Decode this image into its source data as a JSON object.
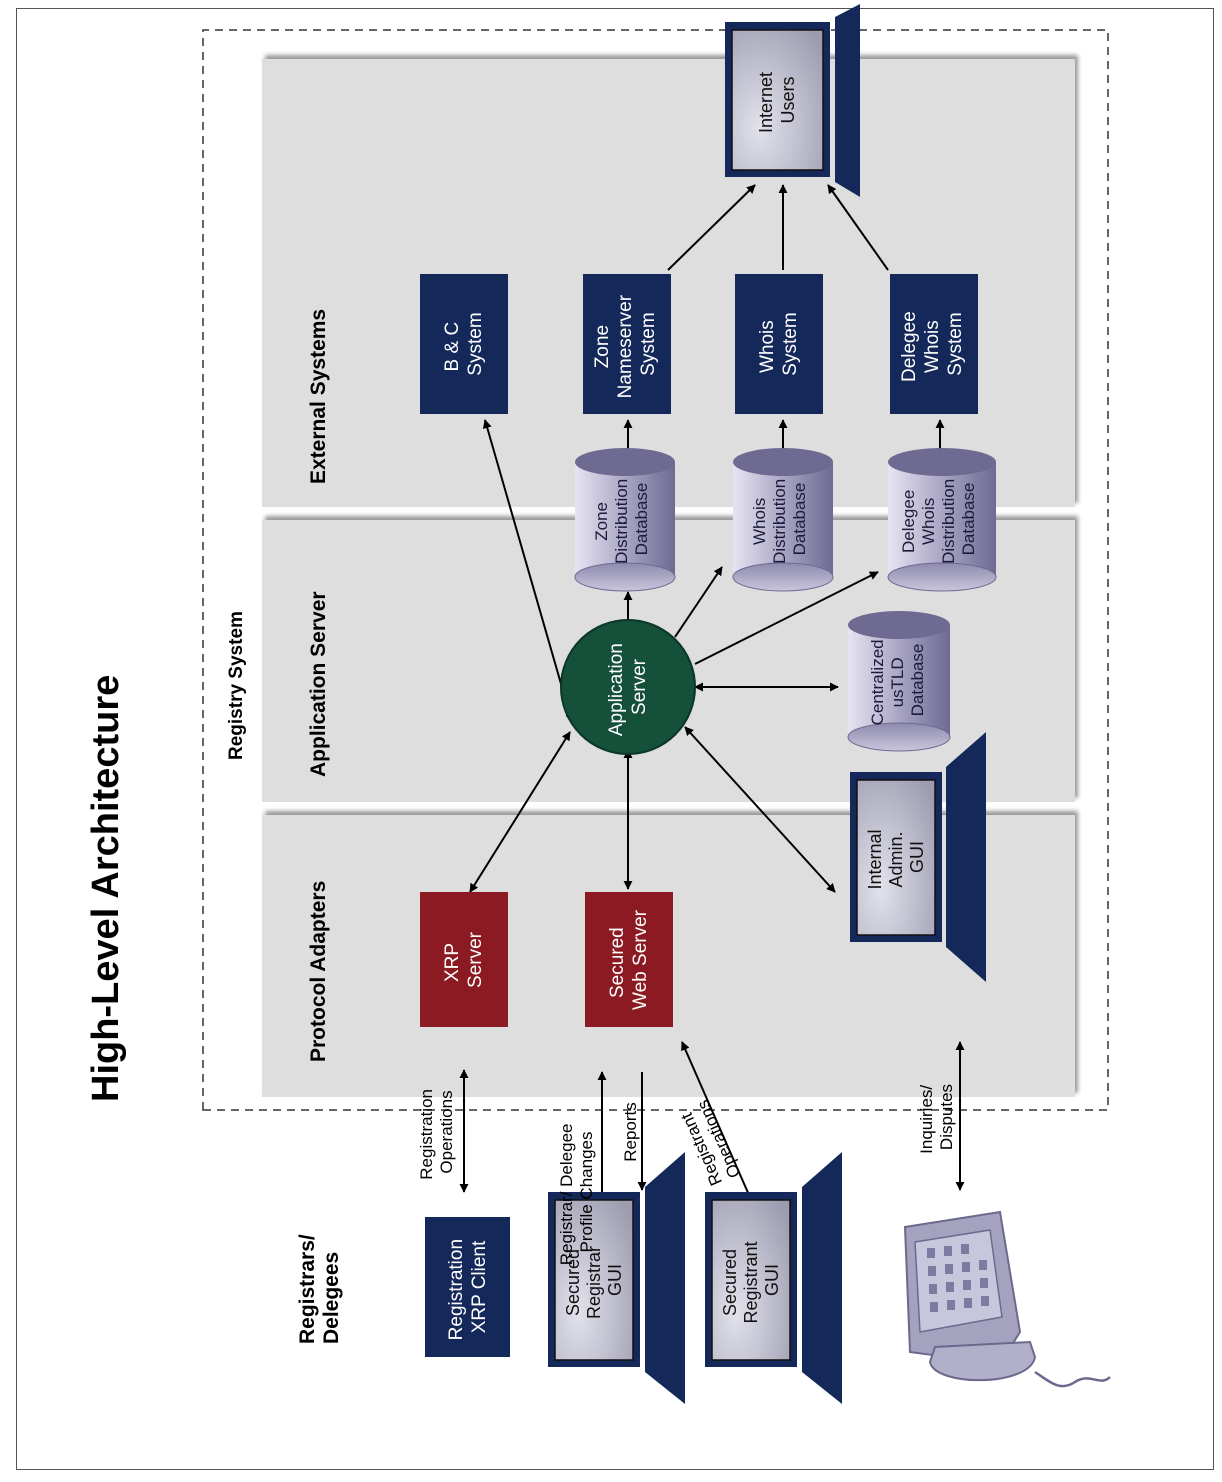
{
  "title": "High-Level Architecture",
  "boundary_label": "Registry System",
  "lanes": [
    {
      "key": "registrars",
      "label_lines": [
        "Registrars/",
        "Delegees"
      ]
    },
    {
      "key": "protocol",
      "label_lines": [
        "Protocol Adapters"
      ]
    },
    {
      "key": "appserver",
      "label_lines": [
        "Application Server"
      ]
    },
    {
      "key": "external",
      "label_lines": [
        "External Systems"
      ]
    }
  ],
  "nodes": {
    "registration_xrp_client": [
      "Registration",
      "XRP Client"
    ],
    "secured_registrar_gui": [
      "Secured",
      "Registrar",
      "GUI"
    ],
    "secured_registrant_gui": [
      "Secured",
      "Registrant",
      "GUI"
    ],
    "xrp_server": [
      "XRP",
      "Server"
    ],
    "secured_web_server": [
      "Secured",
      "Web Server"
    ],
    "internal_admin_gui": [
      "Internal",
      "Admin.",
      "GUI"
    ],
    "application_server": [
      "Application",
      "Server"
    ],
    "centralized_db": [
      "Centralized",
      "usTLD",
      "Database"
    ],
    "zone_distribution_db": [
      "Zone",
      "Distribution",
      "Database"
    ],
    "whois_distribution_db": [
      "Whois",
      "Distribution",
      "Database"
    ],
    "delegee_whois_distribution_db": [
      "Delegee",
      "Whois",
      "Distribution",
      "Database"
    ],
    "bc_system": [
      "B & C",
      "System"
    ],
    "zone_nameserver_system": [
      "Zone",
      "Nameserver",
      "System"
    ],
    "whois_system": [
      "Whois",
      "System"
    ],
    "delegee_whois_system": [
      "Delegee",
      "Whois",
      "System"
    ],
    "internet_users": [
      "Internet",
      "Users"
    ]
  },
  "flows": {
    "registration_operations": [
      "Registration",
      "Operations"
    ],
    "profile_changes": [
      "Registrar/ Delegee",
      "Profile Changes"
    ],
    "reports": [
      "Reports"
    ],
    "registrant_operations": [
      "Registrant",
      "Operations"
    ],
    "inquiries_disputes": [
      "Inquiries/",
      "Disputes"
    ]
  },
  "colors": {
    "node_navy": "#15285a",
    "adapter_red": "#8b1a22",
    "app_server_green": "#14503a",
    "lane_gray": "#dedede",
    "database_lavender": "#a9a5c4"
  },
  "icons": [
    "telephone-icon"
  ]
}
